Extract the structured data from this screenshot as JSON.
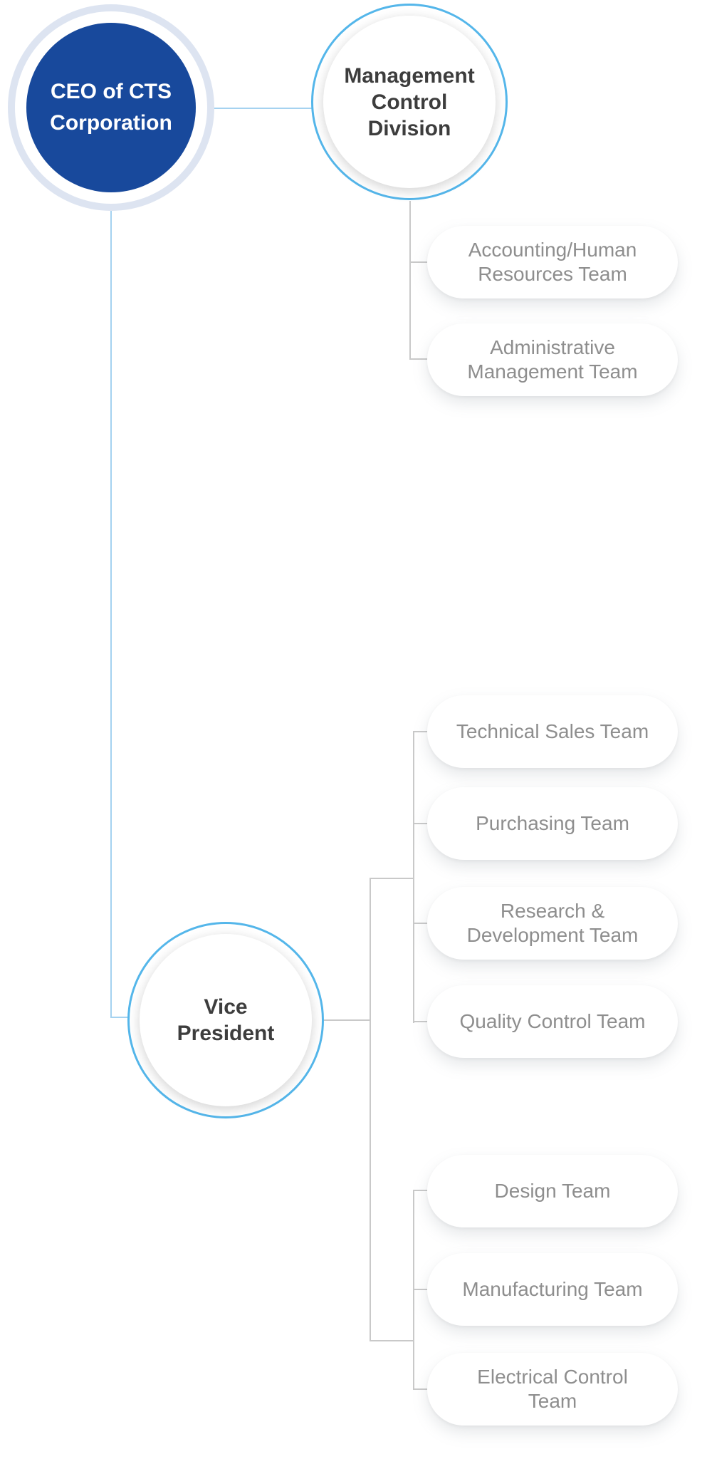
{
  "nodes": {
    "ceo": {
      "label": "CEO of CTS\nCorporation",
      "type": "circle-primary"
    },
    "management_division": {
      "label": "Management\nControl\nDivision",
      "type": "circle"
    },
    "vice_president": {
      "label": "Vice\nPresident",
      "type": "circle"
    }
  },
  "pills": [
    {
      "id": "accounting-human-resources-team",
      "label": "Accounting/Human\nResources Team",
      "parent": "management_division"
    },
    {
      "id": "administrative-management-team",
      "label": "Administrative\nManagement Team",
      "parent": "management_division"
    },
    {
      "id": "technical-sales-team",
      "label": "Technical Sales Team",
      "parent": "vice_president"
    },
    {
      "id": "purchasing-team",
      "label": "Purchasing Team",
      "parent": "vice_president"
    },
    {
      "id": "research-development-team",
      "label": "Research &\nDevelopment Team",
      "parent": "vice_president"
    },
    {
      "id": "quality-control-team",
      "label": "Quality Control Team",
      "parent": "vice_president"
    },
    {
      "id": "design-team",
      "label": "Design Team",
      "parent": "vice_president"
    },
    {
      "id": "manufacturing-team",
      "label": "Manufacturing Team",
      "parent": "vice_president"
    },
    {
      "id": "electrical-control-team",
      "label": "Electrical Control\nTeam",
      "parent": "vice_president"
    }
  ],
  "colors": {
    "ceo_fill": "#18499c",
    "ceo_halo": "#dde4f1",
    "circle_ring": "#54b6ea",
    "connector_blue": "#a5d2f0",
    "connector_gray": "#c9c9c9",
    "circle_text": "#3d3d3d",
    "pill_text": "#8e8e8e",
    "background": "#ffffff"
  }
}
